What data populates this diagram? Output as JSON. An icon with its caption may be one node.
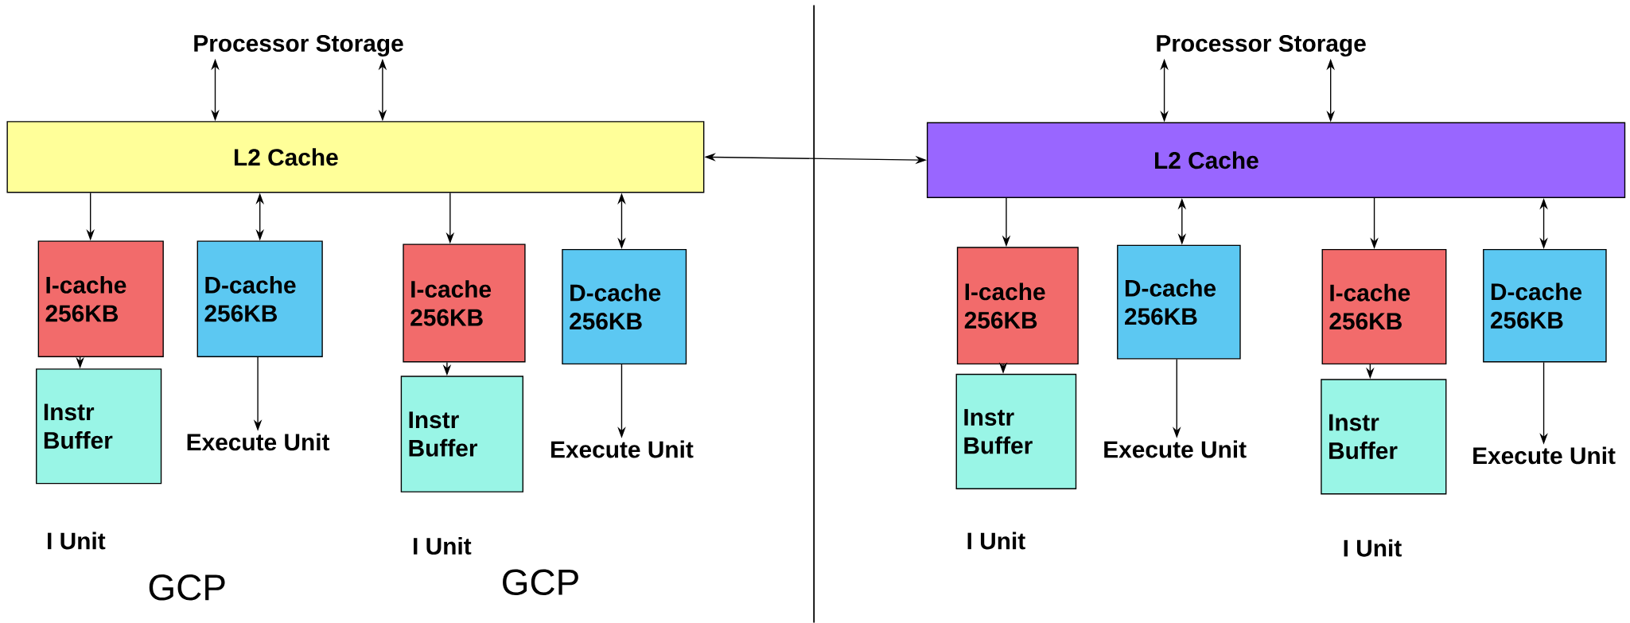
{
  "diagram": {
    "nodes": [
      {
        "text": [
          "Processor Storage"
        ]
      },
      {
        "text": [
          "L2 Cache"
        ]
      },
      {
        "text": [
          "I-cache 256KB"
        ]
      },
      {
        "text": [
          "D-cache 256KB"
        ]
      },
      {
        "text": [
          "Instr Buffer"
        ]
      },
      {
        "text": [
          "Execute Unit"
        ]
      },
      {
        "text": [
          "I-cache 256KB"
        ]
      },
      {
        "text": [
          "D-cache 256KB"
        ]
      },
      {
        "text": [
          "Instr Buffer"
        ]
      },
      {
        "text": [
          "Execute Unit"
        ]
      },
      {
        "text": [
          "Processor Storage"
        ]
      },
      {
        "text": [
          "L2 Cache"
        ]
      },
      {
        "text": [
          "I-cache 256KB"
        ]
      },
      {
        "text": [
          "D-cache 256KB"
        ]
      },
      {
        "text": [
          "Instr Buffer"
        ]
      },
      {
        "text": [
          "Execute Unit"
        ]
      },
      {
        "text": [
          "I-cache 256KB"
        ]
      },
      {
        "text": [
          "D-cache 256KB"
        ]
      },
      {
        "text": [
          "Instr Buffer"
        ]
      },
      {
        "text": [
          "Execute Unit"
        ]
      }
    ],
    "edges": [
      {
        "from": 0,
        "to": 1,
        "arrow": "both"
      },
      {
        "from": 0,
        "to": 1,
        "arrow": "both"
      },
      {
        "from": 1,
        "to": 11,
        "arrow": "both"
      },
      {
        "from": 1,
        "to": 2,
        "arrow": "to"
      },
      {
        "from": 1,
        "to": 3,
        "arrow": "both"
      },
      {
        "from": 2,
        "to": 4,
        "arrow": "to"
      },
      {
        "from": 3,
        "to": 5,
        "arrow": "to"
      },
      {
        "from": 1,
        "to": 6,
        "arrow": "to"
      },
      {
        "from": 1,
        "to": 7,
        "arrow": "both"
      },
      {
        "from": 6,
        "to": 8,
        "arrow": "to"
      },
      {
        "from": 7,
        "to": 9,
        "arrow": "to"
      },
      {
        "from": 10,
        "to": 11,
        "arrow": "both"
      },
      {
        "from": 10,
        "to": 11,
        "arrow": "both"
      },
      {
        "from": 11,
        "to": 12,
        "arrow": "to"
      },
      {
        "from": 11,
        "to": 13,
        "arrow": "both"
      },
      {
        "from": 12,
        "to": 14,
        "arrow": "to"
      },
      {
        "from": 13,
        "to": 15,
        "arrow": "to"
      },
      {
        "from": 11,
        "to": 16,
        "arrow": "to"
      },
      {
        "from": 11,
        "to": 17,
        "arrow": "both"
      },
      {
        "from": 16,
        "to": 18,
        "arrow": "to"
      },
      {
        "from": 17,
        "to": 19,
        "arrow": "to"
      }
    ],
    "labels": [
      "I Unit",
      "I Unit",
      "I Unit",
      "I Unit",
      "GCP",
      "GCP"
    ]
  }
}
